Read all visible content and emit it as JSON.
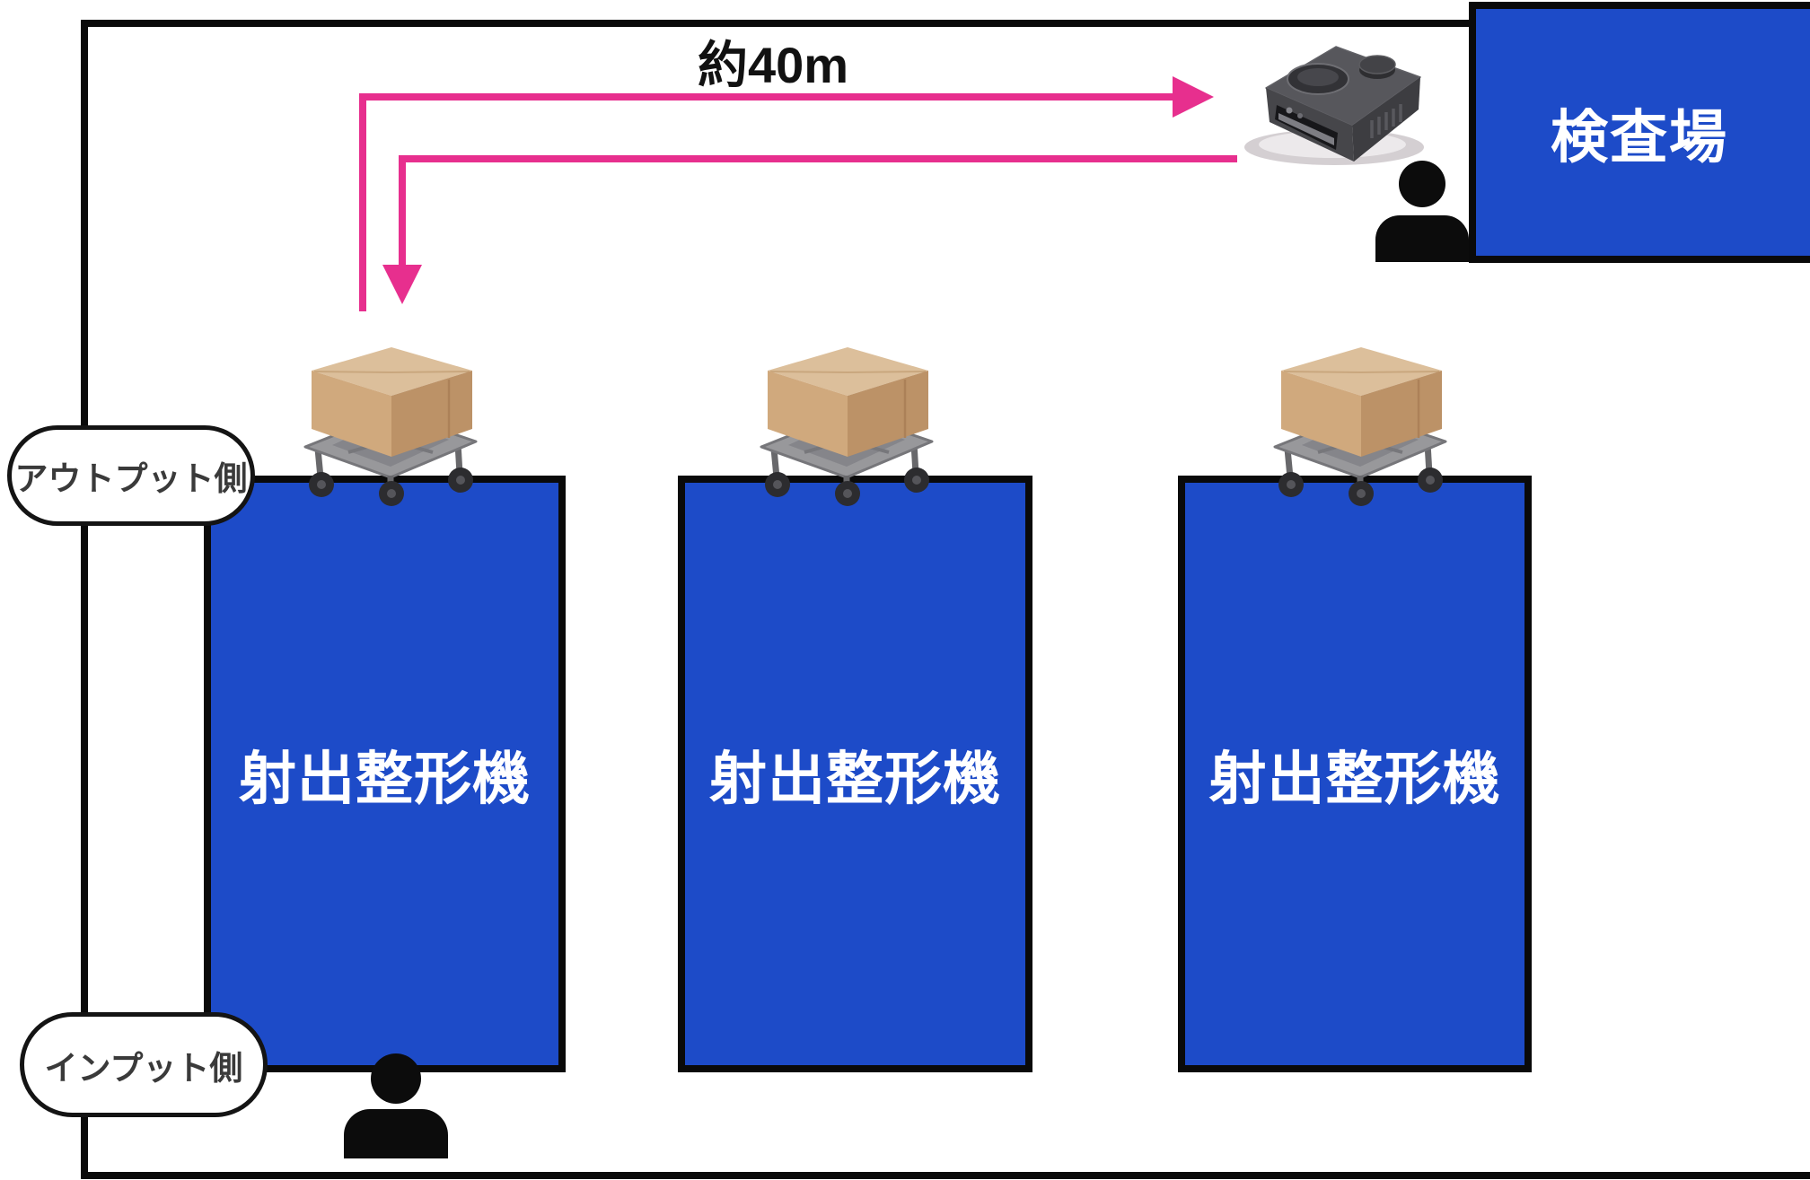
{
  "colors": {
    "blue": "#1d4bc8",
    "pink": "#e72f8e",
    "outline": "#0a0a0a",
    "machine_text": "#ffffff",
    "bubble_text": "#3a3a3a"
  },
  "distance_label": {
    "text": "約40m"
  },
  "inspection_area": {
    "label": "検査場"
  },
  "machines": [
    {
      "label": "射出整形機"
    },
    {
      "label": "射出整形機"
    },
    {
      "label": "射出整形機"
    }
  ],
  "side_labels": {
    "output": "アウトプット側",
    "input": "インプット側"
  },
  "icons": {
    "agv": "agv-robot",
    "cart": "cart-with-cardboard-box",
    "person": "person-silhouette"
  }
}
